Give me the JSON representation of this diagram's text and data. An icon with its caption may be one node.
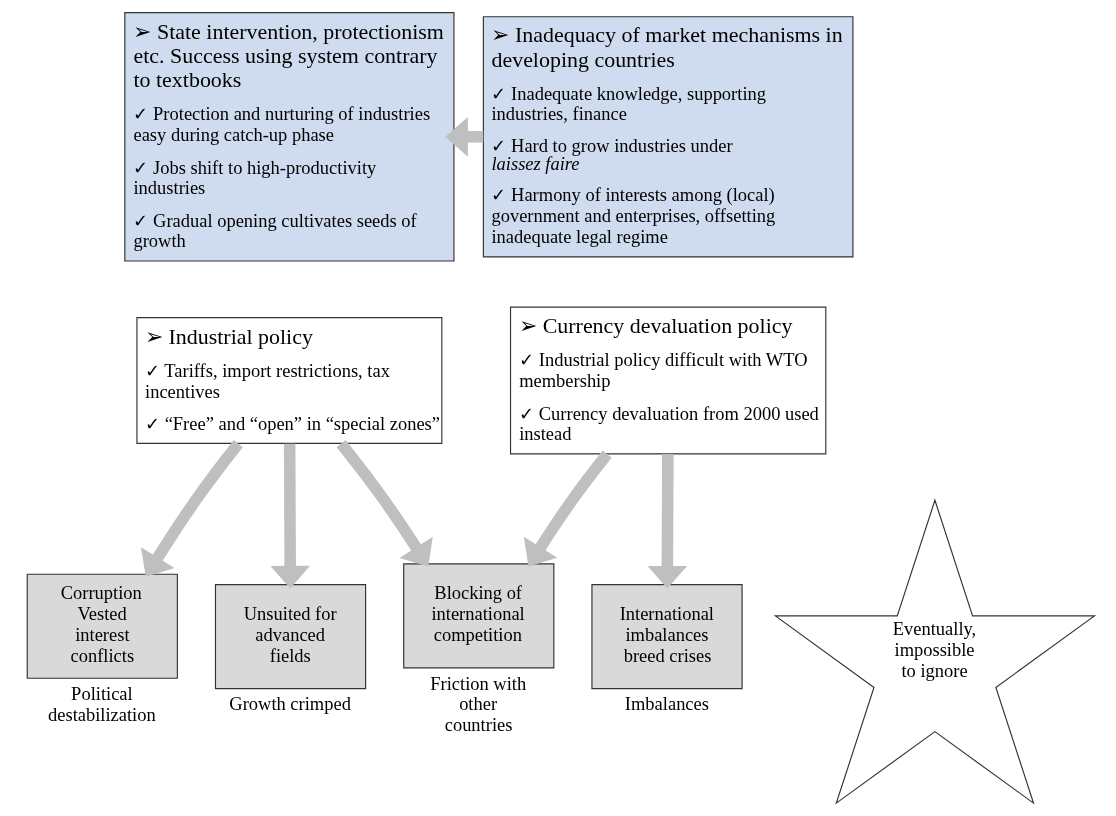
{
  "diagram": {
    "nodes": [
      {
        "text": [
          "➢ State intervention, protectionism etc. Success using system contrary to textbooks",
          "✓ Protection and nurturing of industries easy during catch-up phase",
          "✓ Jobs shift to high-productivity industries",
          "✓ Gradual opening cultivates seeds of growth"
        ]
      },
      {
        "text": [
          "➢ Inadequacy of market mechanisms in developing countries",
          "✓ Inadequate knowledge, supporting industries, finance",
          "✓ Hard to grow industries under *laissez faire*",
          "✓ Harmony of interests among (local) government and enterprises, offsetting inadequate legal regime"
        ]
      },
      {
        "text": [
          "➢ Industrial policy",
          "✓ Tariffs, import restrictions, tax incentives",
          "✓ “Free” and “open” in “special zones”"
        ]
      },
      {
        "text": [
          "➢ Currency devaluation policy",
          "✓ Industrial policy difficult with WTO membership",
          "✓ Currency devaluation from 2000 used instead"
        ]
      },
      {
        "text": [
          "Corruption",
          "Vested interest conflicts"
        ],
        "beside": [
          "Political destabilization"
        ]
      },
      {
        "text": [
          "Unsuited for advanced fields"
        ],
        "beside": [
          "Growth crimped"
        ]
      },
      {
        "text": [
          "Blocking of international competition"
        ],
        "beside": [
          "Friction with other countries"
        ]
      },
      {
        "text": [
          "International imbalances breed crises"
        ],
        "beside": [
          "Imbalances"
        ]
      },
      {
        "text": [
          "Eventually, impossible to ignore"
        ]
      }
    ],
    "edges": [
      {
        "from": 1,
        "to": 0,
        "arrow": "to"
      },
      {
        "from": 2,
        "to": 4,
        "arrow": "to"
      },
      {
        "from": 2,
        "to": 5,
        "arrow": "to"
      },
      {
        "from": 2,
        "to": 6,
        "arrow": "to"
      },
      {
        "from": 3,
        "to": 6,
        "arrow": "to"
      },
      {
        "from": 3,
        "to": 7,
        "arrow": "to"
      }
    ]
  }
}
